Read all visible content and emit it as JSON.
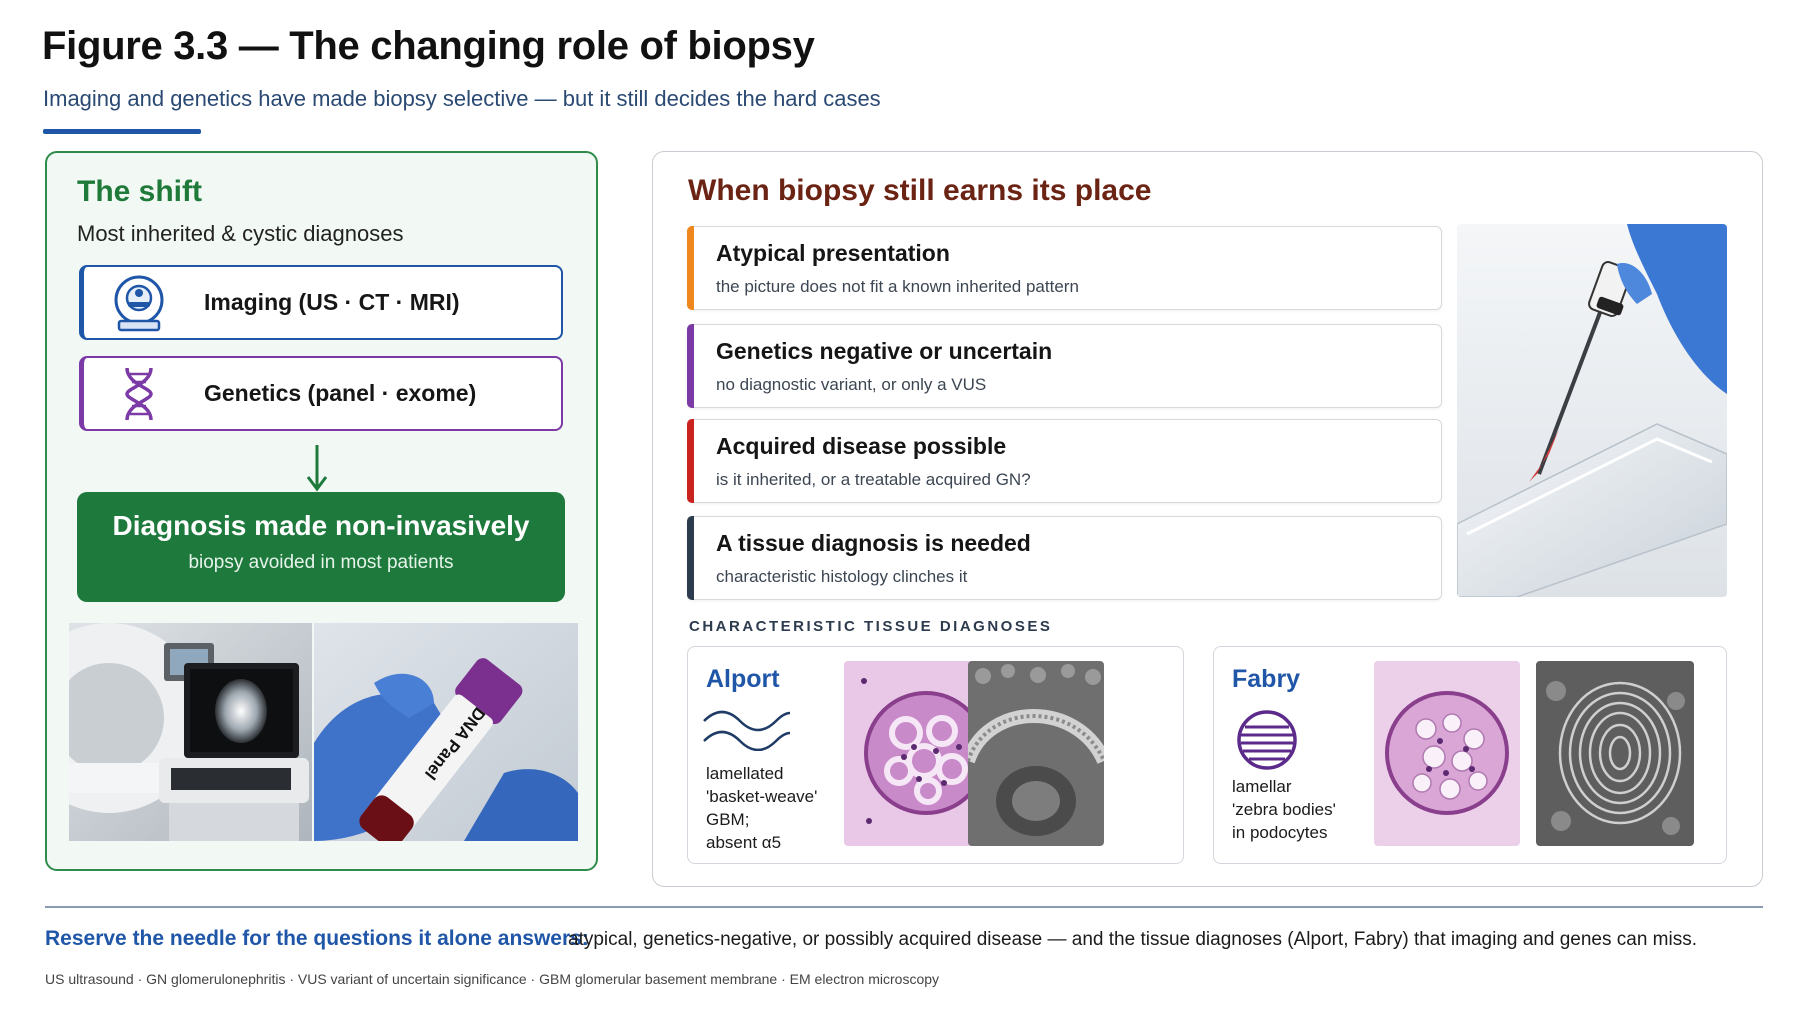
{
  "header": {
    "title": "Figure 3.3 — The changing role of biopsy",
    "subtitle": "Imaging and genetics have made biopsy selective — but it still decides the hard cases"
  },
  "left_panel": {
    "title": "The shift",
    "subtitle": "Most inherited & cystic diagnoses",
    "methods": [
      {
        "label": "Imaging (US · CT · MRI)",
        "icon": "mri-scanner-icon",
        "color": "#1f56a8"
      },
      {
        "label": "Genetics (panel · exome)",
        "icon": "dna-helix-icon",
        "color": "#7b3aa6"
      }
    ],
    "result": {
      "title": "Diagnosis made non-invasively",
      "subtitle": "biopsy avoided in most patients"
    },
    "photos": {
      "dna_tube_label": "DNA Panel"
    }
  },
  "right_panel": {
    "title": "When biopsy still earns its place",
    "criteria": [
      {
        "title": "Atypical presentation",
        "desc": "the picture does not fit a known inherited pattern",
        "color": "#f0861e"
      },
      {
        "title": "Genetics negative or uncertain",
        "desc": "no diagnostic variant, or only a VUS",
        "color": "#7b3aa6"
      },
      {
        "title": "Acquired disease possible",
        "desc": "is it inherited, or a treatable acquired GN?",
        "color": "#c9221f"
      },
      {
        "title": "A tissue diagnosis is needed",
        "desc": "characteristic histology clinches it",
        "color": "#2d3b4e"
      }
    ],
    "section_label": "CHARACTERISTIC TISSUE DIAGNOSES",
    "tissue": {
      "alport": {
        "name": "Alport",
        "line1": "lamellated",
        "line2": "'basket-weave'",
        "line3": "GBM;",
        "line4": "absent α5",
        "icon": "wavy-lines-icon"
      },
      "fabry": {
        "name": "Fabry",
        "line1": "lamellar",
        "line2": "'zebra bodies'",
        "line3": "in podocytes",
        "icon": "striped-circle-icon"
      }
    }
  },
  "footer": {
    "takeaway_label": "Reserve the needle for the questions it alone answers:",
    "takeaway_text": "atypical, genetics-negative, or possibly acquired disease — and the tissue diagnoses (Alport, Fabry) that imaging and genes can miss.",
    "abbreviations": "US ultrasound  ·  GN glomerulonephritis  ·  VUS variant of uncertain significance  ·  GBM glomerular basement membrane  ·  EM electron microscopy"
  },
  "colors": {
    "green": "#1e7a3c",
    "blue": "#1f56a8",
    "purple": "#7b3aa6",
    "maroon": "#6b2314"
  }
}
